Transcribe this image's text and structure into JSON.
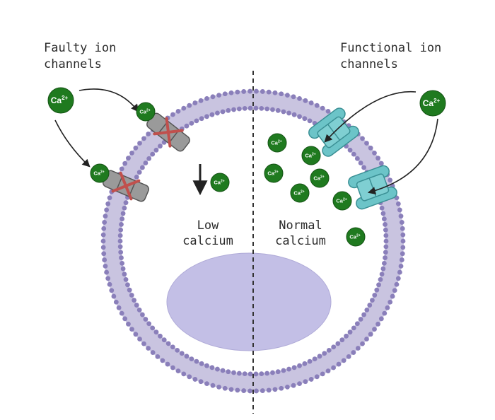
{
  "labels": {
    "faulty_line1": "Faulty ion",
    "faulty_line2": "channels",
    "functional_line1": "Functional ion",
    "functional_line2": "channels",
    "low_line1": "Low",
    "low_line2": "calcium",
    "normal_line1": "Normal",
    "normal_line2": "calcium"
  },
  "ion": {
    "label": "Ca",
    "charge": "2+"
  },
  "colors": {
    "membrane_head": "#8a7fba",
    "membrane_tail": "#c9c4e0",
    "nucleus": "#c3bfe6",
    "ion_fill": "#1f7a1f",
    "faulty_channel": "#9a9a9a",
    "faulty_cross": "#c0504d",
    "functional_channel": "#6cc4c8"
  }
}
